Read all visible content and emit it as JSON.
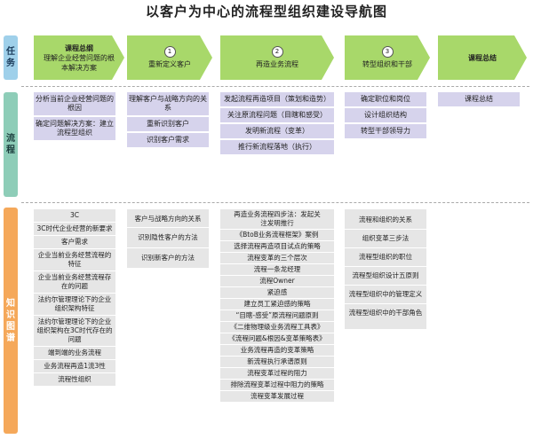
{
  "title": "以客户为中心的流程型组织建设导航图",
  "row_labels": {
    "task": "任务",
    "flow": "流程",
    "kmap": "知识图谱"
  },
  "tasks": [
    {
      "number": "",
      "title": "课程总纲",
      "subtitle": "理解企业经营问题的根本解决方案"
    },
    {
      "number": "1",
      "title": "重新定义客户",
      "subtitle": ""
    },
    {
      "number": "2",
      "title": "再造业务流程",
      "subtitle": ""
    },
    {
      "number": "3",
      "title": "转型组织和干部",
      "subtitle": ""
    },
    {
      "number": "",
      "title": "课程总结",
      "subtitle": ""
    }
  ],
  "flows": [
    [
      "分析当前企业经营问题的根因",
      "确定问题解决方案：建立流程型组织"
    ],
    [
      "理解客户与战略方向的关系",
      "重新识别客户",
      "识别客户需求"
    ],
    [
      "发起流程再造项目（策划和造势）",
      "关注原流程问题（目瞎和感受）",
      "发明新流程（变革）",
      "推行新流程落地（执行）"
    ],
    [
      "确定职位和岗位",
      "设计组织结构",
      "转型干部领导力"
    ],
    [
      "课程总结"
    ]
  ],
  "knowledge": [
    [
      "3C",
      "3C时代企业经营的新要求",
      "客户需求",
      "企业当前业务经营流程的特征",
      "企业当前业务经营流程存在的问题",
      "法约尔管理理论下的企业组织架构特征",
      "法约尔管理理论下的企业组织架构在3C时代存在的问题",
      "端到端的业务流程",
      "业务流程再造1流3性",
      "流程性组织"
    ],
    [
      "客户与战略方向的关系",
      "识别隐性客户的方法",
      "识别新客户的方法"
    ],
    [
      "再造业务流程四步法：发起关注发明推行",
      "《BtoB业务流程框架》案例",
      "选择流程再造项目试点的策略",
      "流程变革的三个层次",
      "流程一条龙经理",
      "流程Owner",
      "紧迫感",
      "建立员工紧迫感的策略",
      "“目瞎-感受”原流程问题原则",
      "《二维物理级业务流程工具表》",
      "《流程问题&根因&变革策略表》",
      "业务流程再造的变革策略",
      "新流程执行承谱原则",
      "流程变革过程的阻力",
      "排除流程变革过程中阻力的策略",
      "流程变革发展过程"
    ],
    [
      "流程和组织的关系",
      "组织变革三步法",
      "流程型组织的职位",
      "流程型组织设计五原则",
      "流程型组织中的管理定义",
      "流程型组织中的干部角色"
    ]
  ],
  "colors": {
    "arrow_fill": "#a8d86a",
    "arrow_stroke": "#8cc050",
    "flow_box": "#d6d3ec",
    "knowledge_box": "#e6e6e6",
    "task_label": "#9fd0ea",
    "flow_label": "#8ecdb8",
    "kmap_label": "#f5a85a"
  }
}
